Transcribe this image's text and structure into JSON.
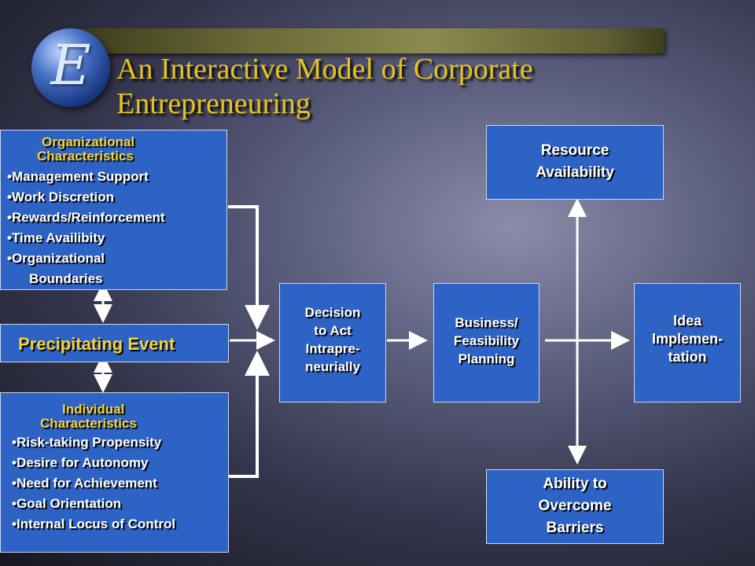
{
  "title": {
    "line1": "An Interactive Model of Corporate",
    "line2": "Entrepreneuring"
  },
  "logo": {
    "letter": "E"
  },
  "org_box": {
    "heading1": "Organizational",
    "heading2": "Characteristics",
    "items": [
      "Management Support",
      "Work Discretion",
      "Rewards/Reinforcement",
      "Time Availibity",
      "Organizational"
    ],
    "continuation": "Boundaries"
  },
  "precipitating": {
    "label": "Precipitating Event"
  },
  "ind_box": {
    "heading1": "Individual",
    "heading2": "Characteristics",
    "items": [
      "Risk-taking Propensity",
      "Desire for Autonomy",
      "Need for Achievement",
      "Goal Orientation",
      "Internal Locus of Control"
    ]
  },
  "decision_box": {
    "lines": [
      "Decision",
      "to Act",
      "Intrapre-",
      "neurially"
    ]
  },
  "feasibility_box": {
    "lines": [
      "Business/",
      "Feasibility",
      "Planning"
    ]
  },
  "idea_box": {
    "lines": [
      "Idea",
      "Implemen-",
      "tation"
    ]
  },
  "resource_box": {
    "lines": [
      "Resource",
      "Availability"
    ]
  },
  "barriers_box": {
    "lines": [
      "Ability to",
      "Overcome",
      "Barriers"
    ]
  },
  "bullet": "•"
}
